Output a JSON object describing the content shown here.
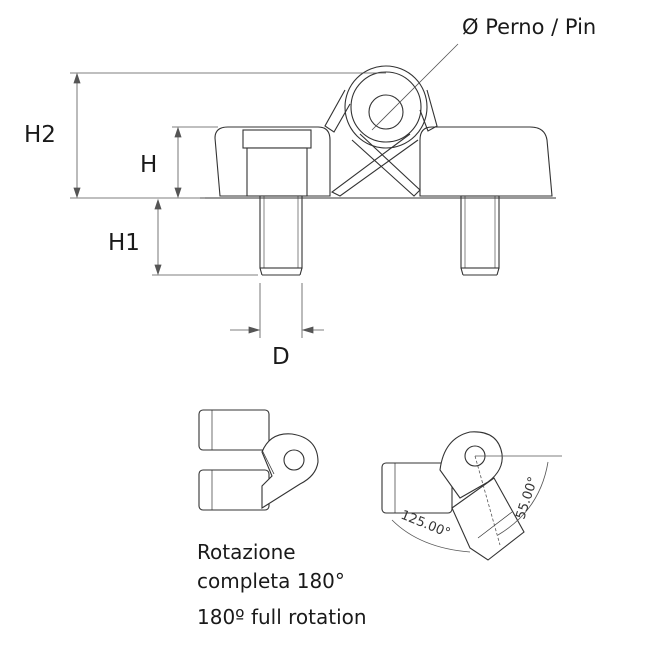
{
  "labels": {
    "pin": "Ø Perno / Pin",
    "h2": "H2",
    "h": "H",
    "h1": "H1",
    "d": "D"
  },
  "angles": {
    "a1": "55.00°",
    "a2": "125.00°"
  },
  "caption": {
    "line1": "Rotazione",
    "line2": "completa 180°",
    "line3": "180º full rotation"
  },
  "colors": {
    "outline": "#333333",
    "dimension": "#555555"
  }
}
